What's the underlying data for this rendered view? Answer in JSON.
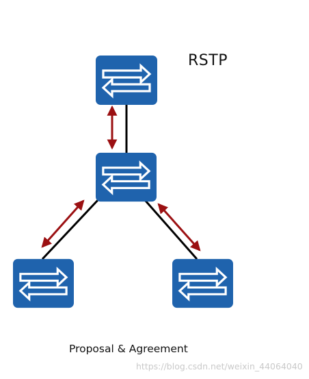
{
  "diagram": {
    "title": "RSTP",
    "caption": "Proposal & Agreement",
    "nodes": [
      {
        "id": "top",
        "kind": "switch"
      },
      {
        "id": "center",
        "kind": "switch"
      },
      {
        "id": "bottom-left",
        "kind": "switch"
      },
      {
        "id": "bottom-right",
        "kind": "switch"
      }
    ],
    "links": [
      {
        "from": "top",
        "to": "center"
      },
      {
        "from": "center",
        "to": "bottom-left"
      },
      {
        "from": "center",
        "to": "bottom-right"
      }
    ],
    "exchanges": [
      {
        "between": [
          "top",
          "center"
        ],
        "direction": "bidirectional"
      },
      {
        "between": [
          "center",
          "bottom-left"
        ],
        "direction": "bidirectional"
      },
      {
        "between": [
          "center",
          "bottom-right"
        ],
        "direction": "bidirectional"
      }
    ]
  },
  "colors": {
    "switch_fill": "#1f63ad",
    "switch_arrow": "#ffffff",
    "link": "#000000",
    "exchange_arrow": "#9b1012",
    "watermark": "#c9c9c9"
  },
  "watermark": "https://blog.csdn.net/weixin_44064040"
}
